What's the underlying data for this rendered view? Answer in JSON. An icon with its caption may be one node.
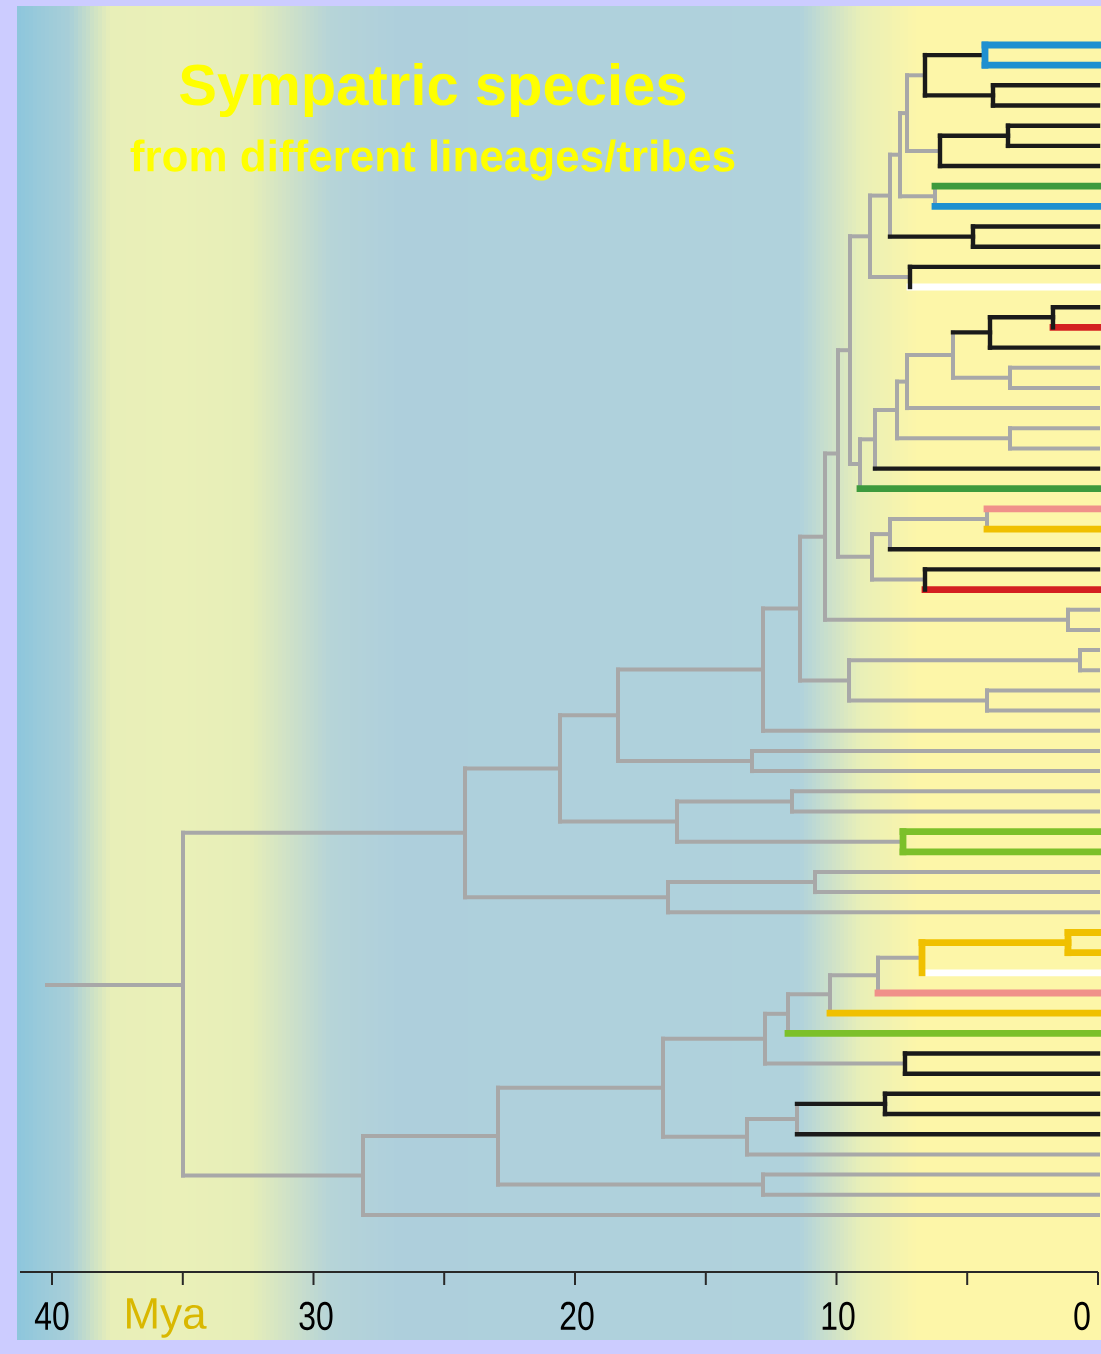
{
  "diagram": {
    "title": "Sympatric species",
    "labels": [
      "from different lineages/tribes",
      "40",
      "Mya",
      "30",
      "20",
      "10",
      "0"
    ]
  }
}
